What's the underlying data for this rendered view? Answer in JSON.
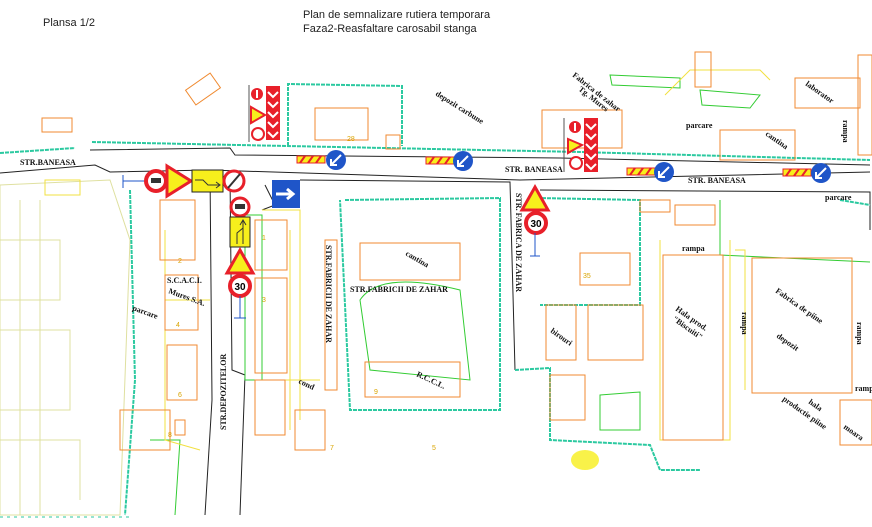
{
  "header": {
    "sheet": "Plansa 1/2",
    "title_line1": "Plan de semnalizare rutiera temporara",
    "title_line2": "Faza2-Reasfaltare carosabil stanga"
  },
  "labels": {
    "str_baneasa_left": "STR.BANEASA",
    "str_baneasa_mid": "STR. BANEASA",
    "str_baneasa_right": "STR. BANEASA",
    "depozit_carbune": "depozit carbune",
    "fabrica_zahar_1": "Fabrica de zahar",
    "fabrica_zahar_2": "Tg. Mures",
    "parcare_top": "parcare",
    "cantina_top": "cantina",
    "laborator": "laborator",
    "rampa_top": "rampa",
    "parcare_right": "parcare",
    "str_fabrica_zahar": "STR. FABRICA DE ZAHAR",
    "str_fabricii_vertical": "STR.FABRICII DE ZAHAR",
    "str_fabricii_horizontal": "STR.FABRICII DE ZAHAR",
    "cantina_mid": "cantina",
    "scaci_1": "S.C.A.C.I.",
    "scaci_2": "Mures S.A.",
    "parcare_left": "parcare",
    "str_depozitelor": "STR.DEPOZITELOR",
    "cond": "cond",
    "rccl": "R.C.C.L.",
    "birouri": "birouri",
    "rampa_hala": "rampa",
    "hala_1": "Hala prod.",
    "hala_2": "\"Biscuiti\"",
    "rampa_vertical": "rampa",
    "fabrica_piine": "Fabrica de piine",
    "depozit": "depozit",
    "rampa_right": "rampa",
    "rampa_edge": "ramp",
    "hala_productie_1": "hala",
    "hala_productie_2": "productie piine",
    "moara": "moara"
  },
  "numbers": {
    "n28": "28",
    "n2": "2",
    "n4": "4",
    "n6": "6",
    "n8": "8",
    "n9": "9",
    "n35": "35",
    "n5": "5",
    "n7": "7",
    "n1": "1",
    "n3": "3"
  },
  "signs": {
    "speed_limit": "30",
    "colors": {
      "red": "#e8202a",
      "yellow": "#f7ef1c",
      "blue": "#1f55c8",
      "orange": "#f08a30",
      "fence": "#2bc9a0",
      "green": "#33cc33"
    }
  }
}
